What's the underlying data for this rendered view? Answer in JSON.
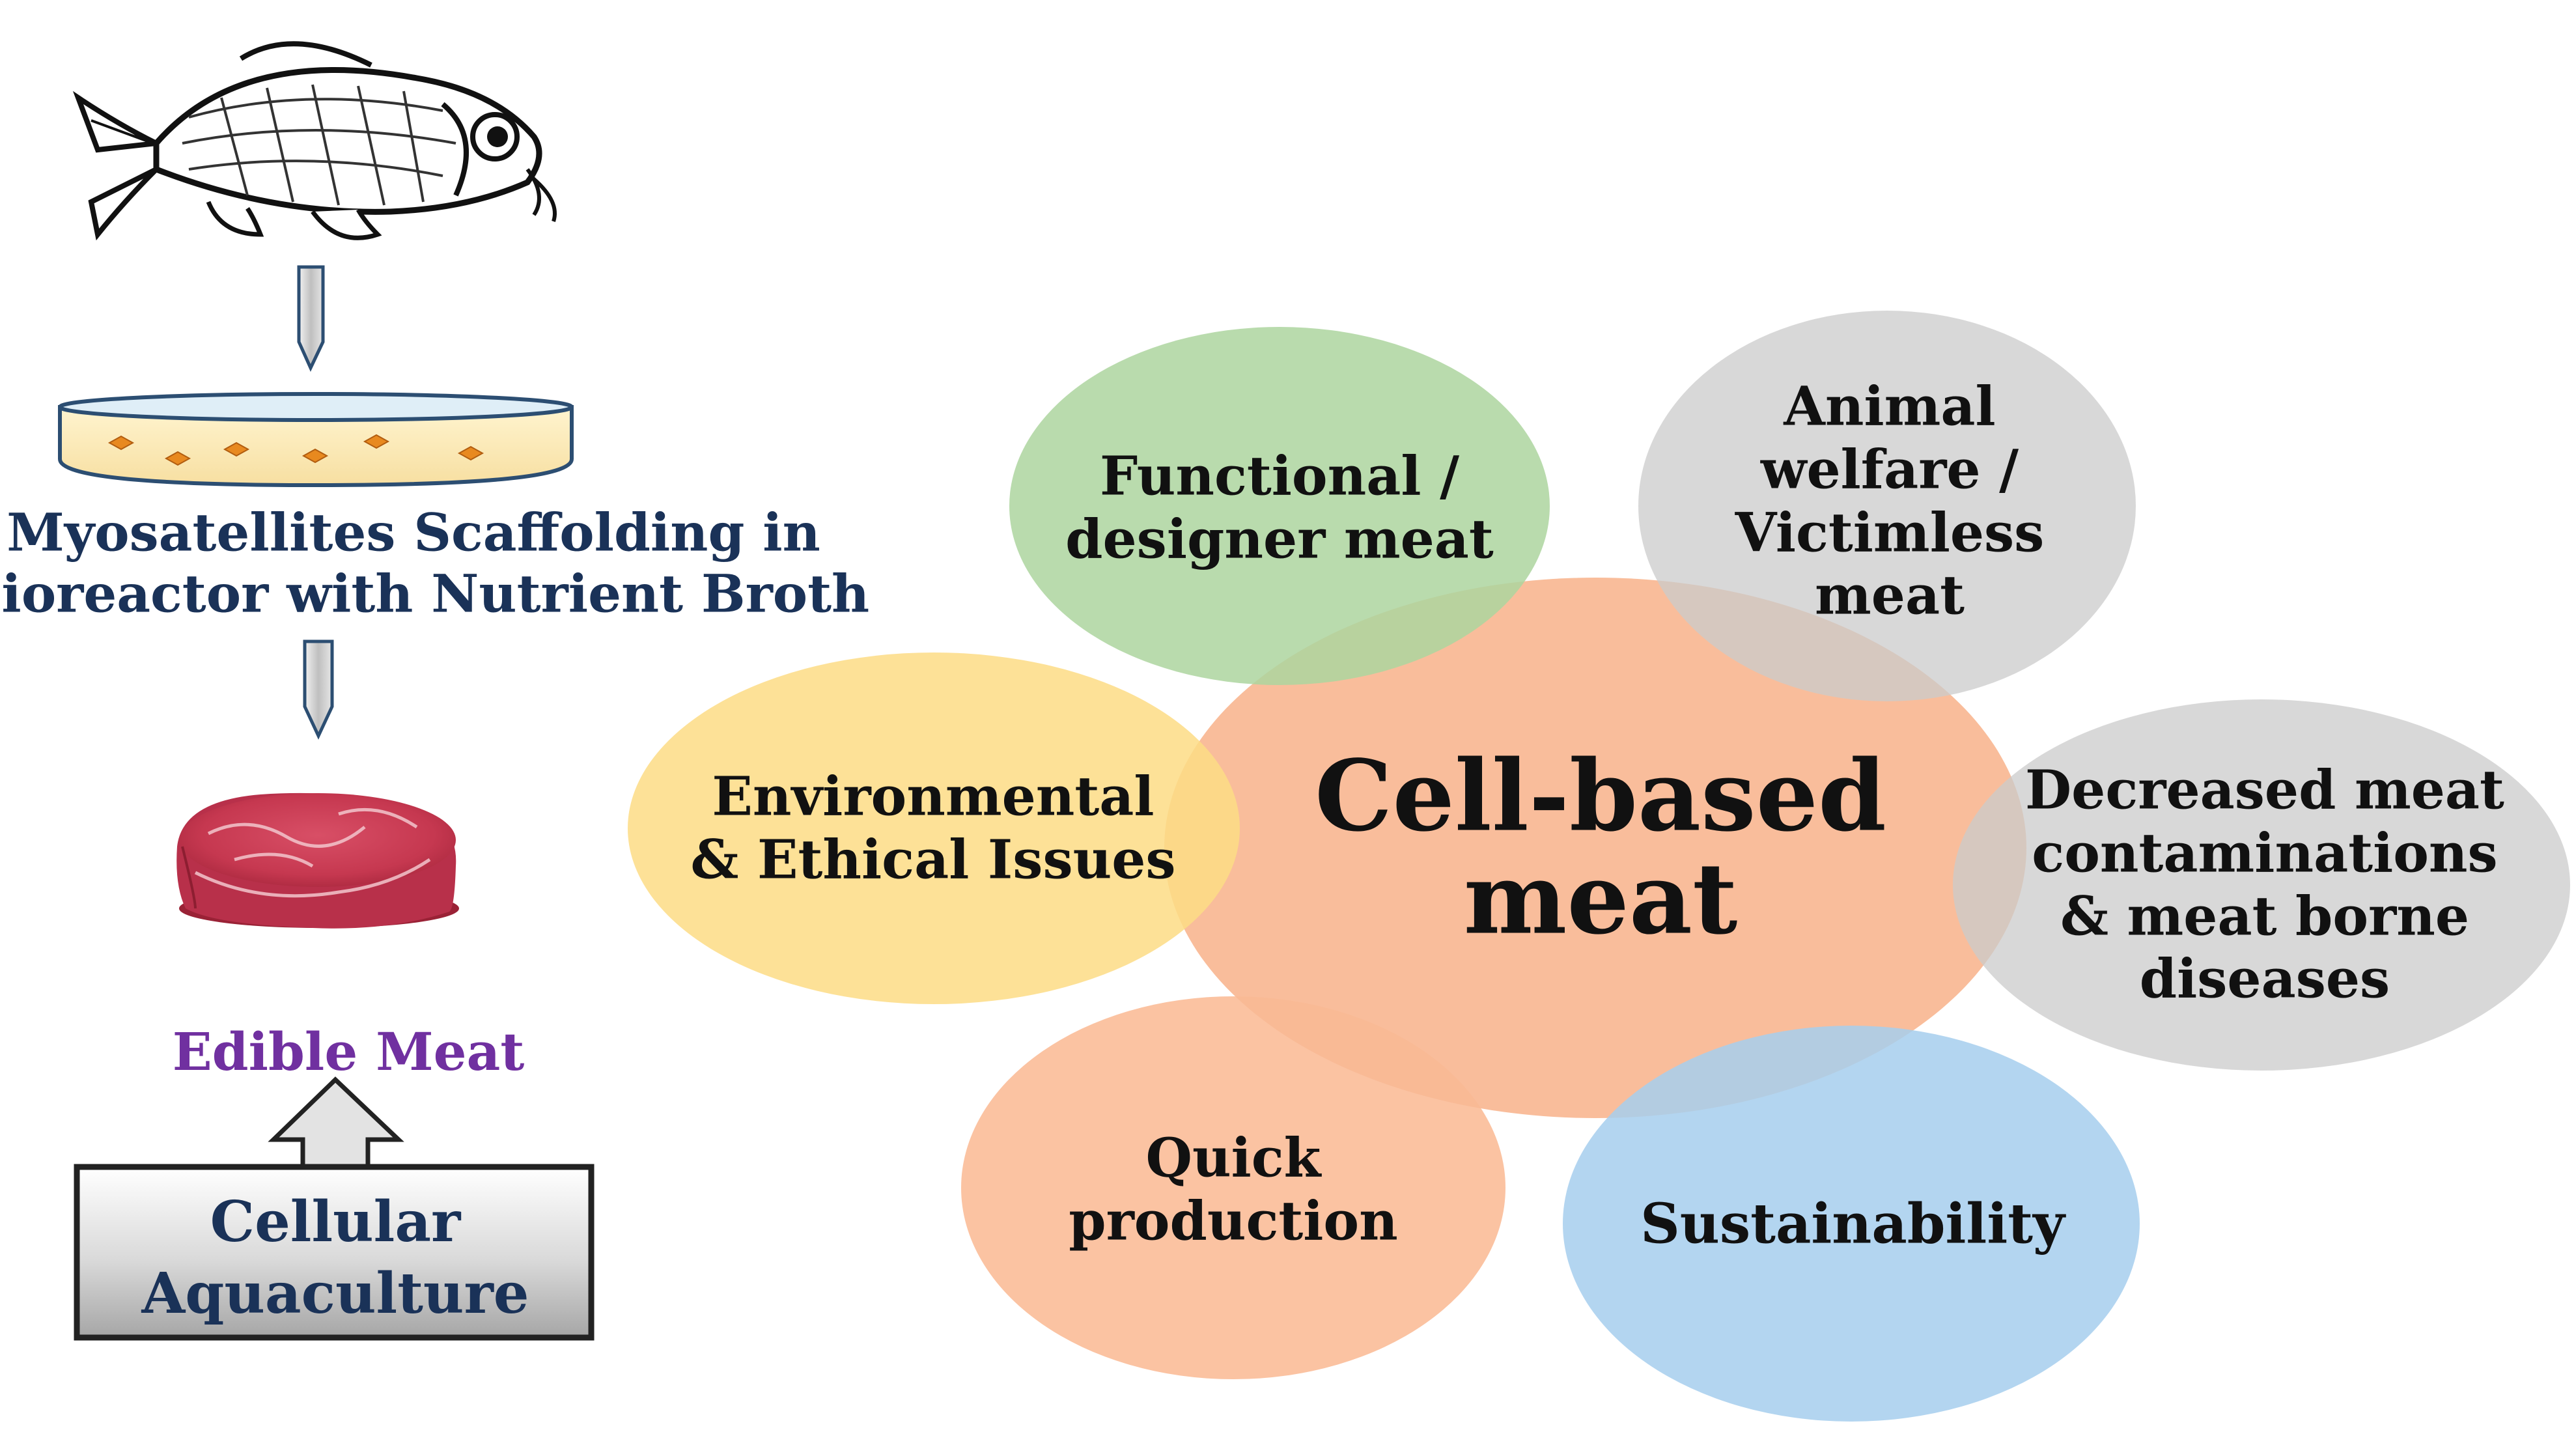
{
  "left_panel": {
    "culture_label": [
      "Myosatellites Scaffolding in",
      "Bioreactor with Nutrient Broth"
    ],
    "meat_label": "Edible Meat",
    "source_box": [
      "Cellular",
      "Aquaculture"
    ],
    "icons": [
      "fish-icon",
      "down-arrow-icon",
      "petri-dish-icon",
      "down-arrow-icon",
      "meat-steak-icon",
      "up-arrow-icon"
    ]
  },
  "center": {
    "label": [
      "Cell-based",
      "meat"
    ],
    "color": "#f9b48c"
  },
  "benefits": [
    {
      "key": "functional",
      "lines": [
        "Functional /",
        "designer meat"
      ],
      "color": "#a6d197"
    },
    {
      "key": "welfare",
      "lines": [
        "Animal",
        "welfare /",
        "Victimless",
        "meat"
      ],
      "color": "#c7c7c7"
    },
    {
      "key": "environmental",
      "lines": [
        "Environmental",
        "& Ethical Issues"
      ],
      "color": "#fdd97a"
    },
    {
      "key": "contamination",
      "lines": [
        "Decreased meat",
        "contaminations",
        "& meat borne",
        "diseases"
      ],
      "color": "#c7c7c7"
    },
    {
      "key": "quick",
      "lines": [
        "Quick",
        "production"
      ],
      "color": "#f9b48c"
    },
    {
      "key": "sustainability",
      "lines": [
        "Sustainability"
      ],
      "color": "#9fcaec"
    }
  ]
}
